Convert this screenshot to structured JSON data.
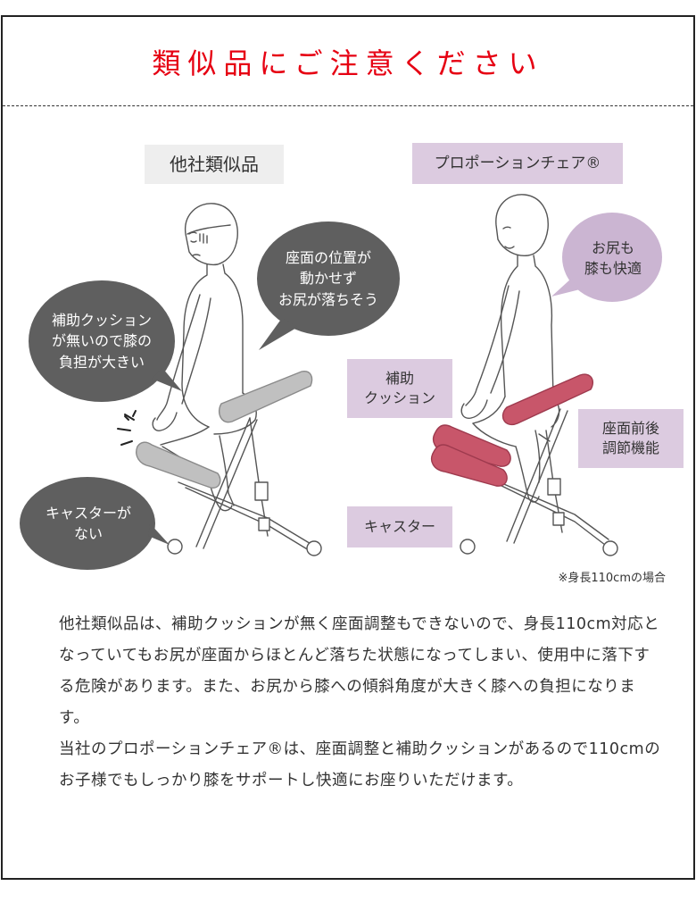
{
  "header": {
    "title": "類似品にご注意ください"
  },
  "left": {
    "label": "他社類似品",
    "bubble_seat": "座面の位置が\n動かせず\nお尻が落ちそう",
    "bubble_cushion": "補助クッション\nが無いので膝の\n負担が大きい",
    "bubble_caster": "キャスターが\nない"
  },
  "right": {
    "label": "プロポーションチェア®",
    "bubble_comfort": "お尻も\n膝も快適",
    "tag_cushion": "補助\nクッション",
    "tag_seat": "座面前後\n調節機能",
    "tag_caster": "キャスター"
  },
  "note": "※身長110cmの場合",
  "body": {
    "p1": "他社類似品は、補助クッションが無く座面調整もできないので、身長110cm対応となっていてもお尻が座面からほとんど落ちた状態になってしまい、使用中に落下する危険があります。また、お尻から膝への傾斜角度が大きく膝への負担になります。",
    "p2": "当社のプロポーションチェア®は、座面調整と補助クッションがあるので110cmのお子様でもしっかり膝をサポートし快適にお座りいただけます。"
  },
  "colors": {
    "title_red": "#e60012",
    "bubble_gray": "#5f5f5f",
    "bubble_purple": "#cbb5d2",
    "tag_purple": "#dccbe0",
    "label_gray": "#eeeeee",
    "cushion_pink": "#c8566a",
    "cushion_gray": "#c0c0c0"
  }
}
